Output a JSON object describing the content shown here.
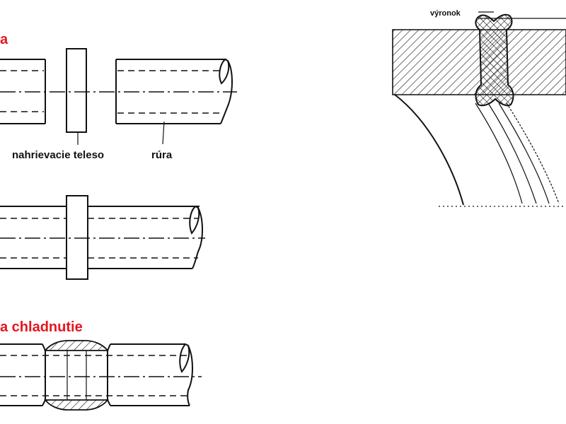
{
  "labels": {
    "step1_title": "a",
    "step3_title": "a chladnutie",
    "heater": "nahrievacie teleso",
    "pipe": "rúra",
    "bead": "výronok"
  }
}
